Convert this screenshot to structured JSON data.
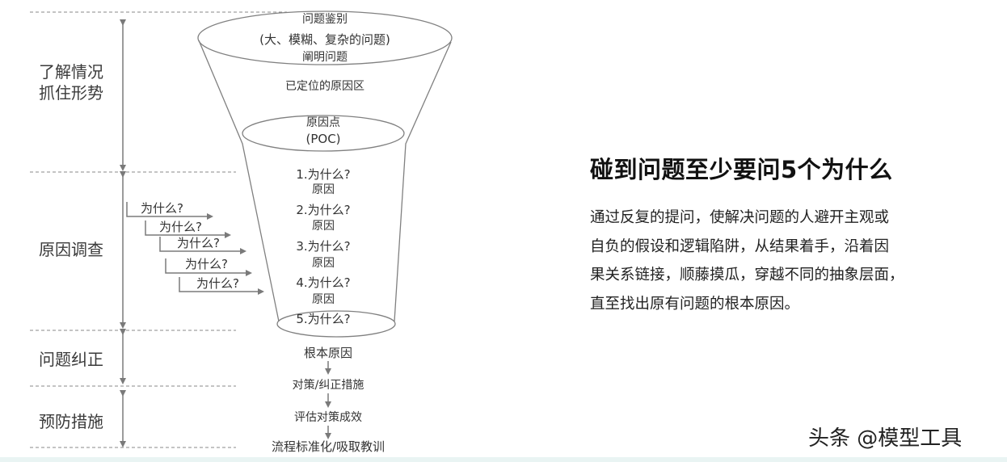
{
  "stages": [
    {
      "id": "understand",
      "lines": [
        "了解情况",
        "抓住形势"
      ]
    },
    {
      "id": "cause",
      "lines": [
        "原因调查"
      ]
    },
    {
      "id": "correct",
      "lines": [
        "问题纠正"
      ]
    },
    {
      "id": "prevent",
      "lines": [
        "预防措施"
      ]
    }
  ],
  "funnel": {
    "top_ellipse": [
      "问题鉴别",
      "(大、模糊、复杂的问题)",
      "阐明问题"
    ],
    "located_area": "已定位的原因区",
    "poc_ellipse": [
      "原因点",
      "(POC)"
    ],
    "whys": [
      {
        "question": "1.为什么?",
        "answer": "原因"
      },
      {
        "question": "2.为什么?",
        "answer": "原因"
      },
      {
        "question": "3.为什么?",
        "answer": "原因"
      },
      {
        "question": "4.为什么?",
        "answer": "原因"
      },
      {
        "question": "5.为什么?",
        "answer": ""
      }
    ]
  },
  "why_arrows": [
    "为什么?",
    "为什么?",
    "为什么?",
    "为什么?",
    "为什么?"
  ],
  "flow_steps": [
    "根本原因",
    "对策/纠正措施",
    "评估对策成效",
    "流程标准化/吸取教训"
  ],
  "headline": "碰到问题至少要问5个为什么",
  "description": [
    "通过反复的提问，使解决问题的人避开主观或",
    "自负的假设和逻辑陷阱，从结果着手，沿着因",
    "果关系链接，顺藤摸瓜，穿越不同的抽象层面，",
    "直至找出原有问题的根本原因。"
  ],
  "watermark": "头条 @模型工具",
  "colors": {
    "line": "#808080",
    "dashed": "#8a8a8a",
    "text": "#333333",
    "headline": "#111111"
  }
}
